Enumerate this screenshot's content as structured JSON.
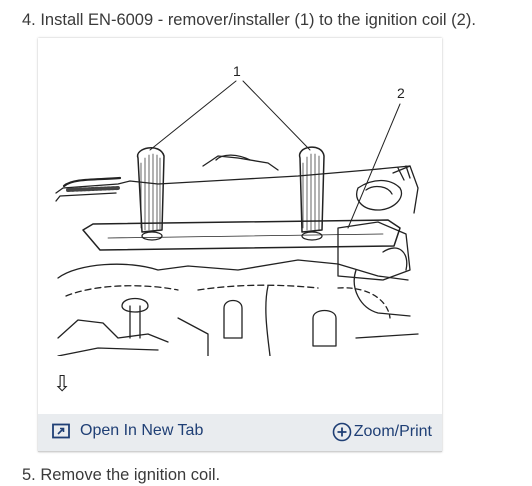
{
  "steps": {
    "step4": "4. Install EN-6009 - remover/installer (1) to the ignition coil (2).",
    "step5": "5. Remove the ignition coil."
  },
  "figure": {
    "callouts": {
      "c1": "1",
      "c2": "2"
    },
    "scroll_arrow": "⇩",
    "toolbar": {
      "open_tab_label": "Open In New Tab",
      "open_tab_icon": "open-new-tab-icon",
      "zoom_label": "Zoom/Print",
      "zoom_icon": "plus-circle-icon"
    }
  },
  "colors": {
    "link": "#1f3f75",
    "toolbar_bg": "#e9ecef"
  }
}
